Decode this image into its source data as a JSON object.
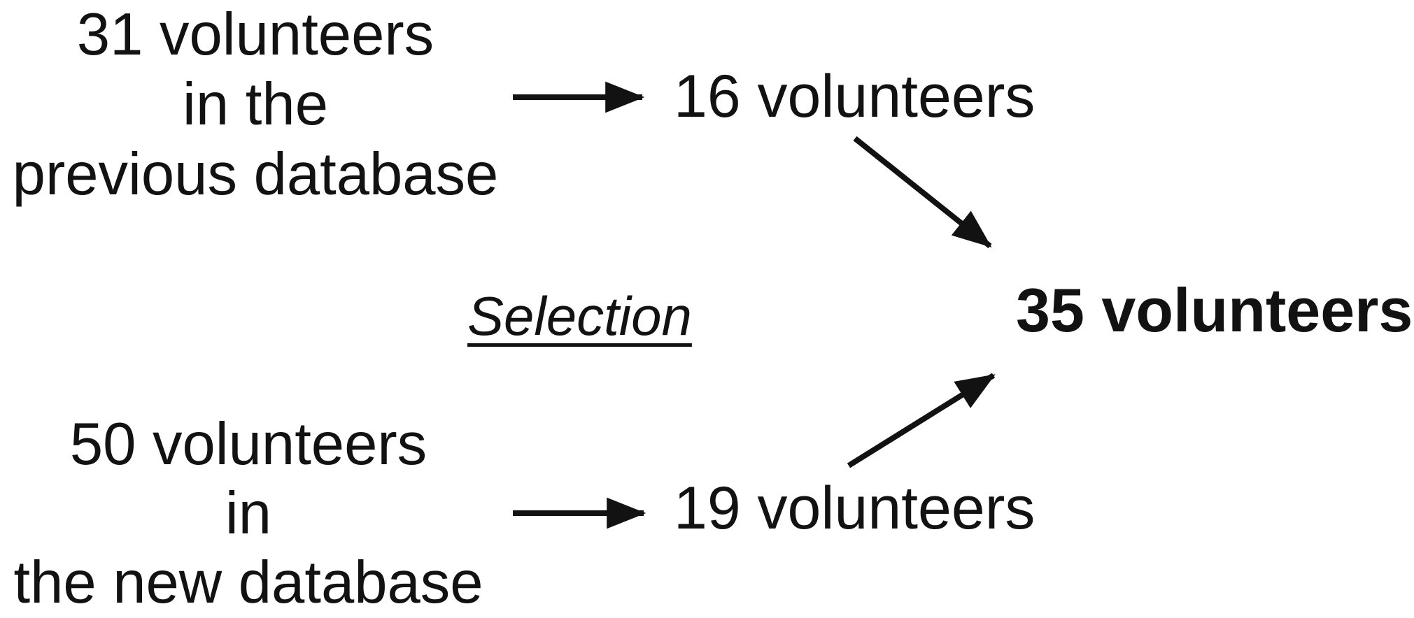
{
  "figure": {
    "type": "flow-diagram",
    "background_color": "#ffffff",
    "text_color": "#121212",
    "arrow_color": "#121212",
    "nodes": {
      "previous_database": {
        "lines": [
          "31 volunteers",
          "in the",
          "previous database"
        ]
      },
      "selected_from_previous": {
        "label": "16 volunteers"
      },
      "new_database": {
        "lines": [
          "50 volunteers",
          "in",
          "the new database"
        ]
      },
      "selected_from_new": {
        "label": "19 volunteers"
      },
      "process_label": {
        "label": "Selection"
      },
      "total": {
        "label": "35 volunteers"
      }
    },
    "edges": [
      {
        "from": "previous_database",
        "to": "selected_from_previous",
        "style": "horizontal-arrow"
      },
      {
        "from": "new_database",
        "to": "selected_from_new",
        "style": "horizontal-arrow"
      },
      {
        "from": "selected_from_previous",
        "to": "total",
        "style": "diagonal-arrow-down"
      },
      {
        "from": "selected_from_new",
        "to": "total",
        "style": "diagonal-arrow-up"
      }
    ]
  }
}
